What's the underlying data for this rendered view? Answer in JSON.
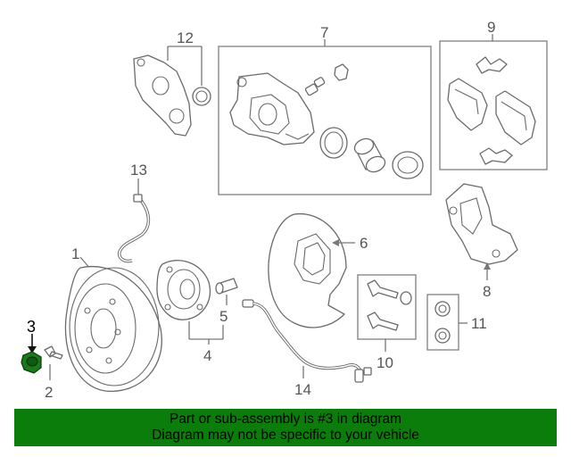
{
  "callouts": {
    "c1": "1",
    "c2": "2",
    "c3": "3",
    "c4": "4",
    "c5": "5",
    "c6": "6",
    "c7": "7",
    "c8": "8",
    "c9": "9",
    "c10": "10",
    "c11": "11",
    "c12": "12",
    "c13": "13",
    "c14": "14"
  },
  "highlight": {
    "part_number": "3",
    "color": "#1a7a1a"
  },
  "banner": {
    "line1": "Part or sub-assembly is #3 in diagram",
    "line2": "Diagram may not be specific to your vehicle",
    "background": "#0b7d0b"
  }
}
